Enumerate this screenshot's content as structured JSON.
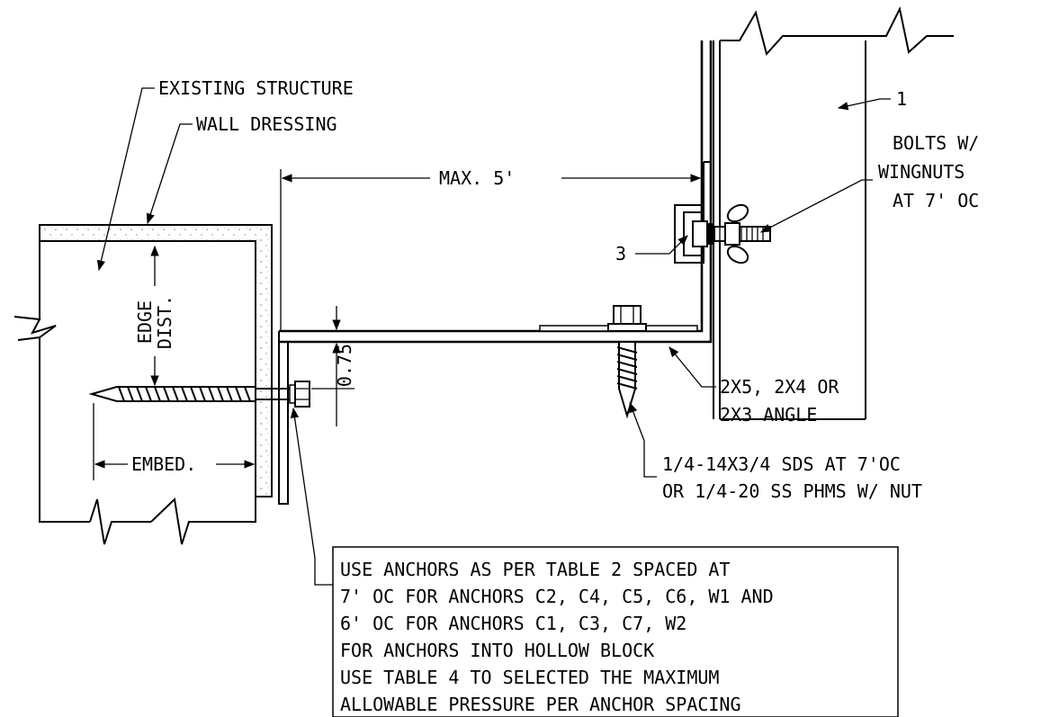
{
  "labels": {
    "existing_structure": "EXISTING STRUCTURE",
    "wall_dressing": "WALL DRESSING",
    "item_1": "1",
    "max_dim": "MAX. 5'",
    "bolts_line1": "BOLTS W/",
    "bolts_line2": "WINGNUTS",
    "bolts_line3": "AT 7' OC",
    "item_3": "3",
    "edge_dist_1": "EDGE",
    "edge_dist_2": "DIST.",
    "thickness": "0.75",
    "angle_line1": "2X5, 2X4 OR",
    "angle_line2": "2X3 ANGLE",
    "embed": "EMBED.",
    "screw_line1": "1/4-14X3/4 SDS AT 7'OC",
    "screw_line2": "OR 1/4-20 SS PHMS W/ NUT"
  },
  "note_lines": [
    "USE ANCHORS AS PER TABLE 2 SPACED AT",
    "7' OC FOR ANCHORS C2, C4, C5, C6, W1 AND",
    "6' OC FOR ANCHORS C1, C3, C7, W2",
    "FOR ANCHORS INTO HOLLOW BLOCK",
    "USE TABLE 4 TO SELECTED THE MAXIMUM",
    "ALLOWABLE PRESSURE PER ANCHOR SPACING"
  ]
}
